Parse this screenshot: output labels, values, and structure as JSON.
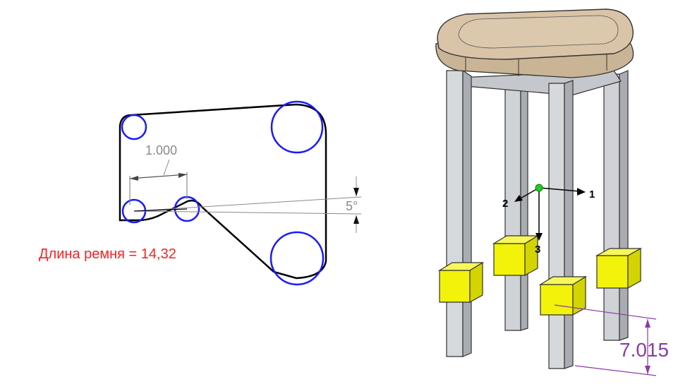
{
  "belt_sketch": {
    "dimension_value": "1.000",
    "angle_value": "5°",
    "belt_length_label": "Длина ремня = 14,32"
  },
  "stool_model": {
    "axis_labels": [
      "1",
      "2",
      "3"
    ],
    "height_dimension": "7.015"
  },
  "colors": {
    "sketch_line": "#000000",
    "pulley": "#1a1aff",
    "dimension": "#8a8a8a",
    "belt_label": "#ff2020",
    "seat": "#d9c4a8",
    "leg": "#cfd2d6",
    "foot": "#f2f20a",
    "axis_origin": "#22cc22",
    "purple_dimension": "#8a3ca8"
  }
}
